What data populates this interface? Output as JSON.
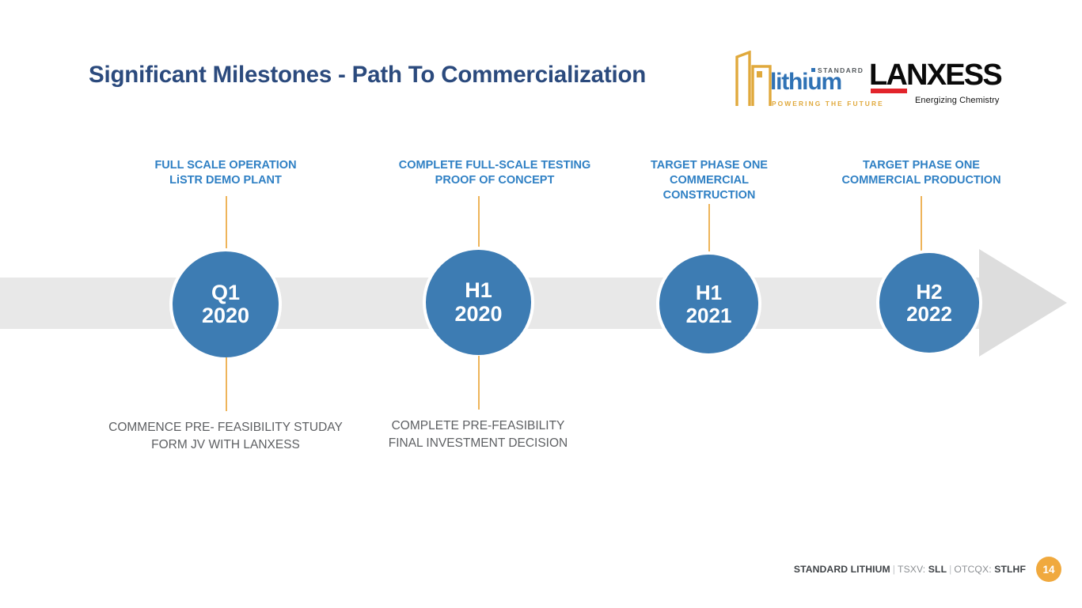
{
  "slide": {
    "title": "Significant Milestones - Path To Commercialization",
    "title_color": "#2b4a7d",
    "background": "#ffffff"
  },
  "logos": {
    "standard_lithium": {
      "name": "standard-lithium-logo",
      "wordmark": "lithium",
      "superscript": "STANDARD",
      "tagline": "POWERING THE FUTURE",
      "mark_color": "#e0a93c",
      "word_color": "#2f72b5"
    },
    "lanxess": {
      "name": "lanxess-logo",
      "wordmark": "LANXESS",
      "tagline": "Energizing Chemistry",
      "word_color": "#0a0a0a",
      "accent_color": "#e2242b"
    }
  },
  "timeline": {
    "band_color": "#e8e8e8",
    "arrow_color": "#dddddd",
    "circle_color": "#3d7cb3",
    "connector_color": "#eeb45a",
    "top_label_color": "#2f80c4",
    "bottom_label_color": "#5e6063",
    "milestones": [
      {
        "id": "q1-2020",
        "period_line1": "Q1",
        "period_line2": "2020",
        "label_above": "FULL SCALE OPERATION\nLiSTR DEMO PLANT",
        "label_below": "COMMENCE PRE- FEASIBILITY STUDAY\nFORM JV WITH LANXESS"
      },
      {
        "id": "h1-2020",
        "period_line1": "H1",
        "period_line2": "2020",
        "label_above": "COMPLETE  FULL-SCALE  TESTING\nPROOF OF CONCEPT",
        "label_below": "COMPLETE PRE-FEASIBILITY\nFINAL INVESTMENT DECISION"
      },
      {
        "id": "h1-2021",
        "period_line1": "H1",
        "period_line2": "2021",
        "label_above": "TARGET PHASE ONE\nCOMMERCIAL\nCONSTRUCTION",
        "label_below": ""
      },
      {
        "id": "h2-2022",
        "period_line1": "H2",
        "period_line2": "2022",
        "label_above": "TARGET PHASE ONE\nCOMMERCIAL PRODUCTION",
        "label_below": ""
      }
    ]
  },
  "footer": {
    "company": "STANDARD LITHIUM",
    "sep1": "|",
    "exchange1_label": "TSXV:",
    "exchange1_ticker": "SLL",
    "sep2": "|",
    "exchange2_label": "OTCQX:",
    "exchange2_ticker": "STLHF",
    "page_number": "14",
    "page_badge_color": "#f0a93e"
  }
}
